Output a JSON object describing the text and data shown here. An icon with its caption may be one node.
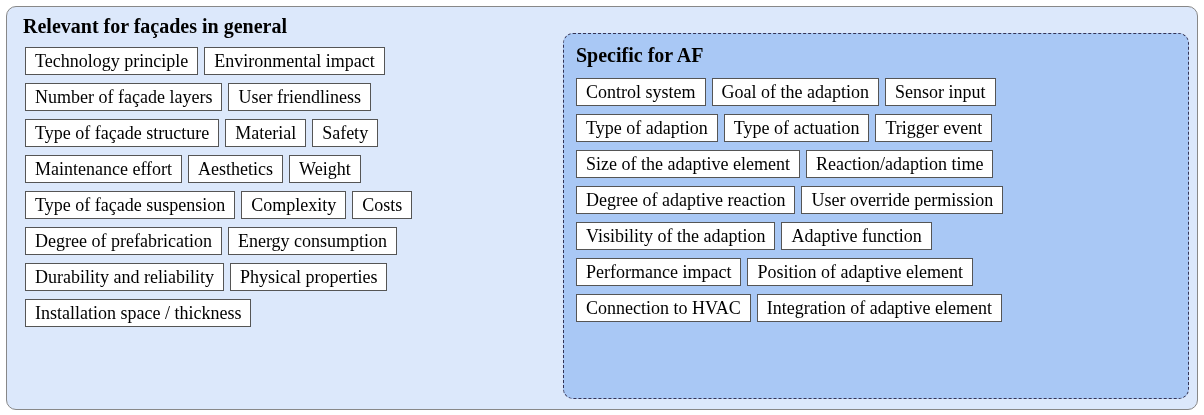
{
  "diagram": {
    "nodes": [
      {
        "text": [
          "Relevant for façades in general"
        ]
      },
      {
        "text": [
          "Technology principle"
        ],
        "in": 0
      },
      {
        "text": [
          "Environmental impact"
        ],
        "in": 0
      },
      {
        "text": [
          "Number of façade layers"
        ],
        "in": 0
      },
      {
        "text": [
          "User friendliness"
        ],
        "in": 0
      },
      {
        "text": [
          "Type of façade structure"
        ],
        "in": 0
      },
      {
        "text": [
          "Material"
        ],
        "in": 0
      },
      {
        "text": [
          "Safety"
        ],
        "in": 0
      },
      {
        "text": [
          "Maintenance effort"
        ],
        "in": 0
      },
      {
        "text": [
          "Aesthetics"
        ],
        "in": 0
      },
      {
        "text": [
          "Weight"
        ],
        "in": 0
      },
      {
        "text": [
          "Type of façade suspension"
        ],
        "in": 0
      },
      {
        "text": [
          "Complexity"
        ],
        "in": 0
      },
      {
        "text": [
          "Costs"
        ],
        "in": 0
      },
      {
        "text": [
          "Degree of prefabrication"
        ],
        "in": 0
      },
      {
        "text": [
          "Energy consumption"
        ],
        "in": 0
      },
      {
        "text": [
          "Durability and reliability"
        ],
        "in": 0
      },
      {
        "text": [
          "Physical properties"
        ],
        "in": 0
      },
      {
        "text": [
          "Installation space / thickness"
        ],
        "in": 0
      },
      {
        "text": [
          "Specific for AF"
        ],
        "in": 0
      },
      {
        "text": [
          "Control system"
        ],
        "in": 19
      },
      {
        "text": [
          "Goal of the adaption"
        ],
        "in": 19
      },
      {
        "text": [
          "Sensor input"
        ],
        "in": 19
      },
      {
        "text": [
          "Type of adaption"
        ],
        "in": 19
      },
      {
        "text": [
          "Type of actuation"
        ],
        "in": 19
      },
      {
        "text": [
          "Trigger event"
        ],
        "in": 19
      },
      {
        "text": [
          "Size of the adaptive element"
        ],
        "in": 19
      },
      {
        "text": [
          "Reaction/adaption time"
        ],
        "in": 19
      },
      {
        "text": [
          "Degree of adaptive reaction"
        ],
        "in": 19
      },
      {
        "text": [
          "User override permission"
        ],
        "in": 19
      },
      {
        "text": [
          "Visibility of the adaption"
        ],
        "in": 19
      },
      {
        "text": [
          "Adaptive function"
        ],
        "in": 19
      },
      {
        "text": [
          "Performance impact"
        ],
        "in": 19
      },
      {
        "text": [
          "Position of adaptive element"
        ],
        "in": 19
      },
      {
        "text": [
          "Connection to HVAC"
        ],
        "in": 19
      },
      {
        "text": [
          "Integration of adaptive element"
        ],
        "in": 19
      }
    ],
    "edges": []
  }
}
